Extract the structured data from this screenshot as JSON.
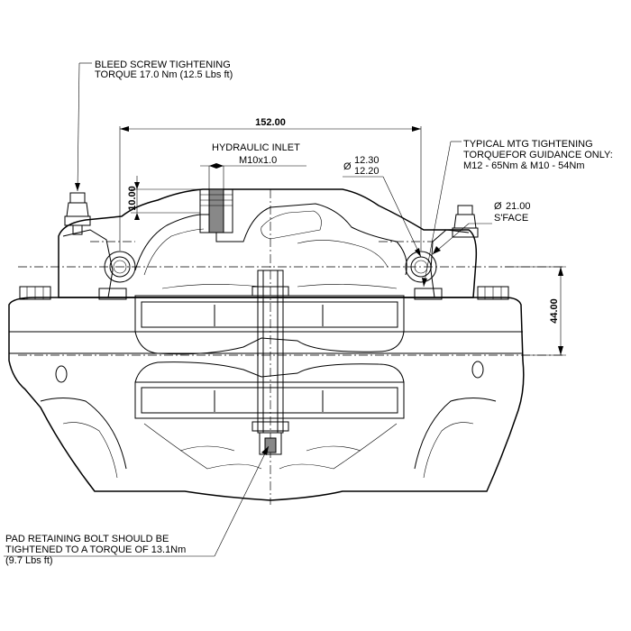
{
  "notes": {
    "bleed_line1": "BLEED SCREW TIGHTENING",
    "bleed_line2": "TORQUE 17.0 Nm  (12.5 Lbs ft)",
    "hydraulic_line1": "HYDRAULIC INLET",
    "hydraulic_line2": "M10x1.0",
    "mtg_line1": "TYPICAL MTG TIGHTENING",
    "mtg_line2": "TORQUEFOR GUIDANCE ONLY:",
    "mtg_line3": "M12 - 65Nm & M10 - 54Nm",
    "pad_line1": "PAD RETAINING BOLT SHOULD BE",
    "pad_line2": "TIGHTENED TO A TORQUE OF 13.1Nm",
    "pad_line3": "(9.7 Lbs ft)"
  },
  "dimensions": {
    "width_152": "152.00",
    "depth_10": "10.00",
    "hole_upper": "12.30",
    "hole_lower": "12.20",
    "face_dia": "21.00",
    "face_label": "S'FACE",
    "height_44": "44.00",
    "diameter_symbol": "Ø"
  }
}
